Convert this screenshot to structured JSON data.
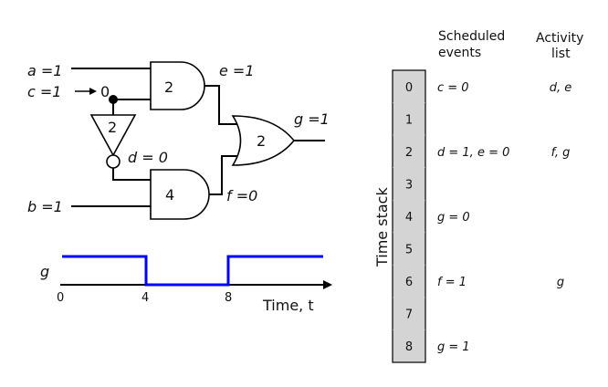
{
  "circuit": {
    "inputs": {
      "a": "a =1",
      "c": "c =1",
      "c_new": "0",
      "b": "b =1"
    },
    "gates": {
      "and_top_delay": "2",
      "not_delay": "2",
      "and_bottom_delay": "4",
      "or_delay": "2"
    },
    "signals": {
      "e": "e =1",
      "d": "d = 0",
      "f": "f =0",
      "g": "g =1"
    }
  },
  "waveform": {
    "signal_label": "g",
    "axis_label": "Time, t",
    "ticks": [
      "0",
      "4",
      "8"
    ],
    "color": "#0000ff"
  },
  "time_stack": {
    "title": "Time stack",
    "headers": {
      "scheduled": [
        "Scheduled",
        "events"
      ],
      "activity": [
        "Activity",
        "list"
      ]
    },
    "rows": [
      {
        "t": "0",
        "event": "c = 0",
        "activity": "d, e"
      },
      {
        "t": "1",
        "event": "",
        "activity": ""
      },
      {
        "t": "2",
        "event": "d = 1, e = 0",
        "activity": "f, g"
      },
      {
        "t": "3",
        "event": "",
        "activity": ""
      },
      {
        "t": "4",
        "event": "g = 0",
        "activity": ""
      },
      {
        "t": "5",
        "event": "",
        "activity": ""
      },
      {
        "t": "6",
        "event": "f = 1",
        "activity": "g"
      },
      {
        "t": "7",
        "event": "",
        "activity": ""
      },
      {
        "t": "8",
        "event": "g = 1",
        "activity": ""
      }
    ],
    "stack_fill": "#d4d4d4"
  }
}
